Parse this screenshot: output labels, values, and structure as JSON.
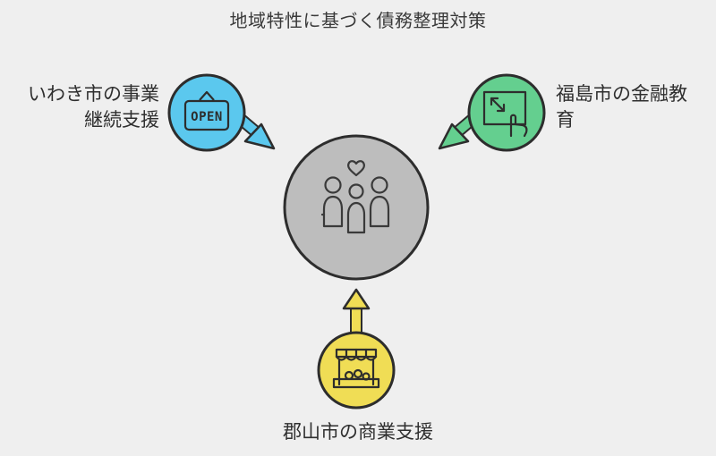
{
  "title": "地域特性に基づく債務整理対策",
  "center": {
    "icon": "family-heart-icon",
    "color": "#bdbdbd"
  },
  "nodes": [
    {
      "id": "iwaki",
      "lines": [
        "いわき市の事業",
        "継続支援"
      ],
      "icon": "open-sign-icon",
      "icon_text": "OPEN",
      "color": "#5bc8ee"
    },
    {
      "id": "fukushima",
      "lines": [
        "福島市の金融教",
        "育"
      ],
      "icon": "touch-screen-icon",
      "color": "#64cf8f"
    },
    {
      "id": "koriyama",
      "lines": [
        "郡山市の商業支援"
      ],
      "icon": "market-stall-icon",
      "color": "#f0dd55"
    }
  ]
}
